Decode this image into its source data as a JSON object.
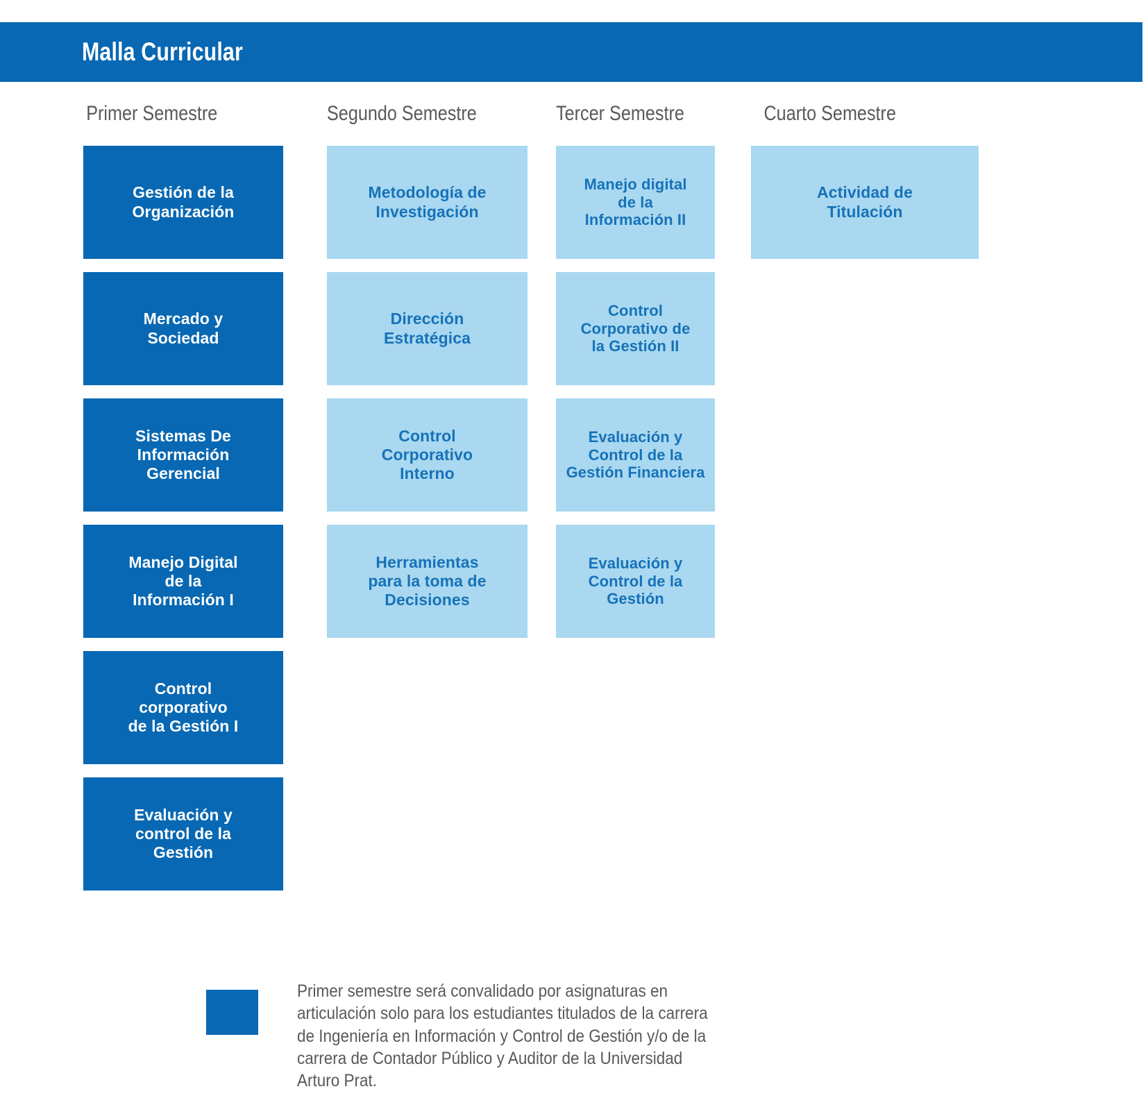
{
  "header": {
    "title": "Malla Curricular",
    "bar_color": "#0868b3"
  },
  "colors": {
    "dark_blue": "#0868b3",
    "light_blue": "#a9d8f0",
    "light_box_text": "#1772b8",
    "header_text_gray": "#59595b",
    "footnote_gray": "#58595b"
  },
  "columns": [
    {
      "header": "Primer Semestre",
      "style": "dark",
      "courses": [
        "Gestión de la\nOrganización",
        "Mercado y\nSociedad",
        "Sistemas De\nInformación\nGerencial",
        "Manejo Digital\nde la\nInformación I",
        "Control\ncorporativo\nde  la Gestión I",
        "Evaluación y\ncontrol de la\nGestión"
      ]
    },
    {
      "header": "Segundo Semestre",
      "style": "light",
      "courses": [
        "Metodología de\nInvestigación",
        "Dirección\nEstratégica",
        "Control\nCorporativo\nInterno",
        "Herramientas\npara la toma de\nDecisiones"
      ]
    },
    {
      "header": "Tercer Semestre",
      "style": "light",
      "courses": [
        "Manejo digital\nde la\nInformación II",
        "Control\nCorporativo de\nla Gestión II",
        "Evaluación y\nControl de la\nGestión Financiera",
        "Evaluación y\nControl de la\nGestión"
      ]
    },
    {
      "header": "Cuarto Semestre",
      "style": "light",
      "courses": [
        "Actividad de\nTitulación"
      ]
    }
  ],
  "legend": {
    "swatch_color": "#0868b3",
    "text": "Primer semestre será convalidado por asignaturas en\narticulación solo para los estudiantes titulados de la carrera\nde Ingeniería en Información y Control de Gestión y/o de la\ncarrera de Contador Público y Auditor de la Universidad\nArturo Prat."
  }
}
